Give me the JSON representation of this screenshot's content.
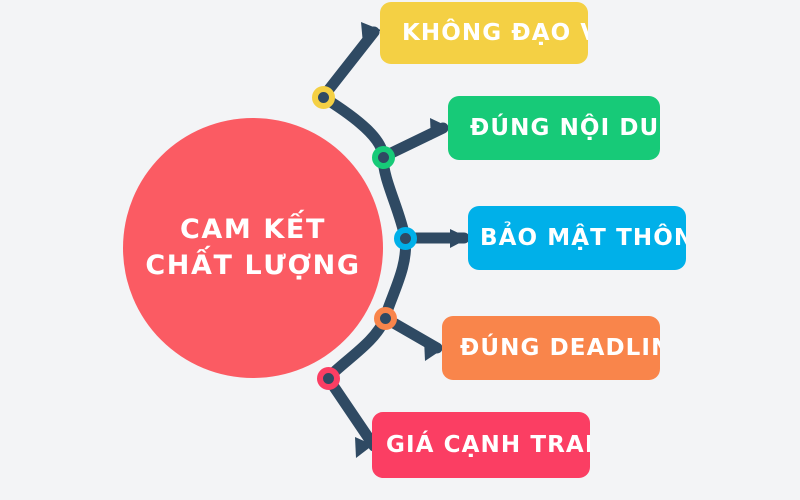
{
  "diagram": {
    "type": "mind-map",
    "background_color": "#f3f4f6",
    "spine_color": "#2f4a63",
    "center": {
      "title_line_1": "CAM KẾT",
      "title_line_2": "CHẤT LƯỢNG",
      "color": "#fb5b63",
      "text_color": "#ffffff"
    },
    "branches": [
      {
        "label": "KHÔNG ĐẠO VĂN",
        "color": "#f4d044",
        "node_color": "#f4d044",
        "position": "top"
      },
      {
        "label": "ĐÚNG NỘI DUNG",
        "color": "#17ca78",
        "node_color": "#17ca78",
        "position": "upper"
      },
      {
        "label": "BẢO MẬT THÔNG TIN",
        "color": "#00b0e9",
        "node_color": "#00b0e9",
        "position": "middle"
      },
      {
        "label": "ĐÚNG DEADLINE",
        "color": "#f9854b",
        "node_color": "#f9854b",
        "position": "lower"
      },
      {
        "label": "GIÁ CẠNH TRANH",
        "color": "#fb3e63",
        "node_color": "#fb3e63",
        "position": "bottom"
      }
    ]
  }
}
